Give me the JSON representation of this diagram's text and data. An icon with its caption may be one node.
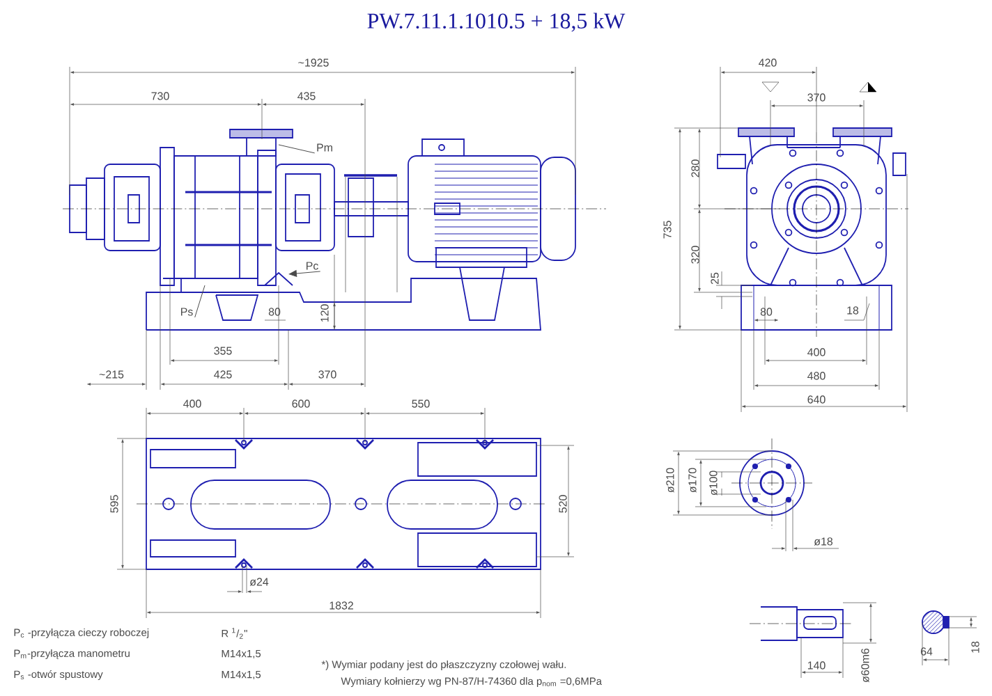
{
  "diagram": {
    "title": "PW.7.11.1.1010.5 + 18,5 kW",
    "nodes": [
      {
        "text": [
          "Pm"
        ]
      },
      {
        "text": [
          "Ps"
        ]
      },
      {
        "text": [
          "Pc"
        ]
      }
    ],
    "edges": [
      {
        "from": 0,
        "to": null,
        "arrow": "none"
      },
      {
        "from": 1,
        "to": null,
        "arrow": "none"
      },
      {
        "from": 2,
        "to": null,
        "arrow": "to"
      }
    ],
    "labels": [
      "~1925",
      "730",
      "435",
      "420",
      "370",
      "280",
      "735",
      "320",
      "25",
      "80",
      "120",
      "80",
      "18",
      "355",
      "400",
      "~215",
      "425",
      "370",
      "480",
      "640",
      "400",
      "600",
      "550",
      "595",
      "520",
      "ø210",
      "ø170",
      "ø100",
      "ø18",
      "ø24",
      "1832",
      "P$_{c}$ -przyłącza cieczy roboczej",
      "R $^{1}$/$_{2}$\"",
      "P$_{m}$-przyłącza manometru",
      "M14x1,5",
      "64",
      "18",
      "140",
      "ø60m6",
      "*) Wymiar podany jest do płaszczyzny czołowej wału.",
      "P$_{s}$ -otwór spustowy",
      "M14x1,5",
      "Wymiary kołnierzy wg PN-87/H-74360 dla p$_{nom}$ =0,6MPa"
    ]
  }
}
